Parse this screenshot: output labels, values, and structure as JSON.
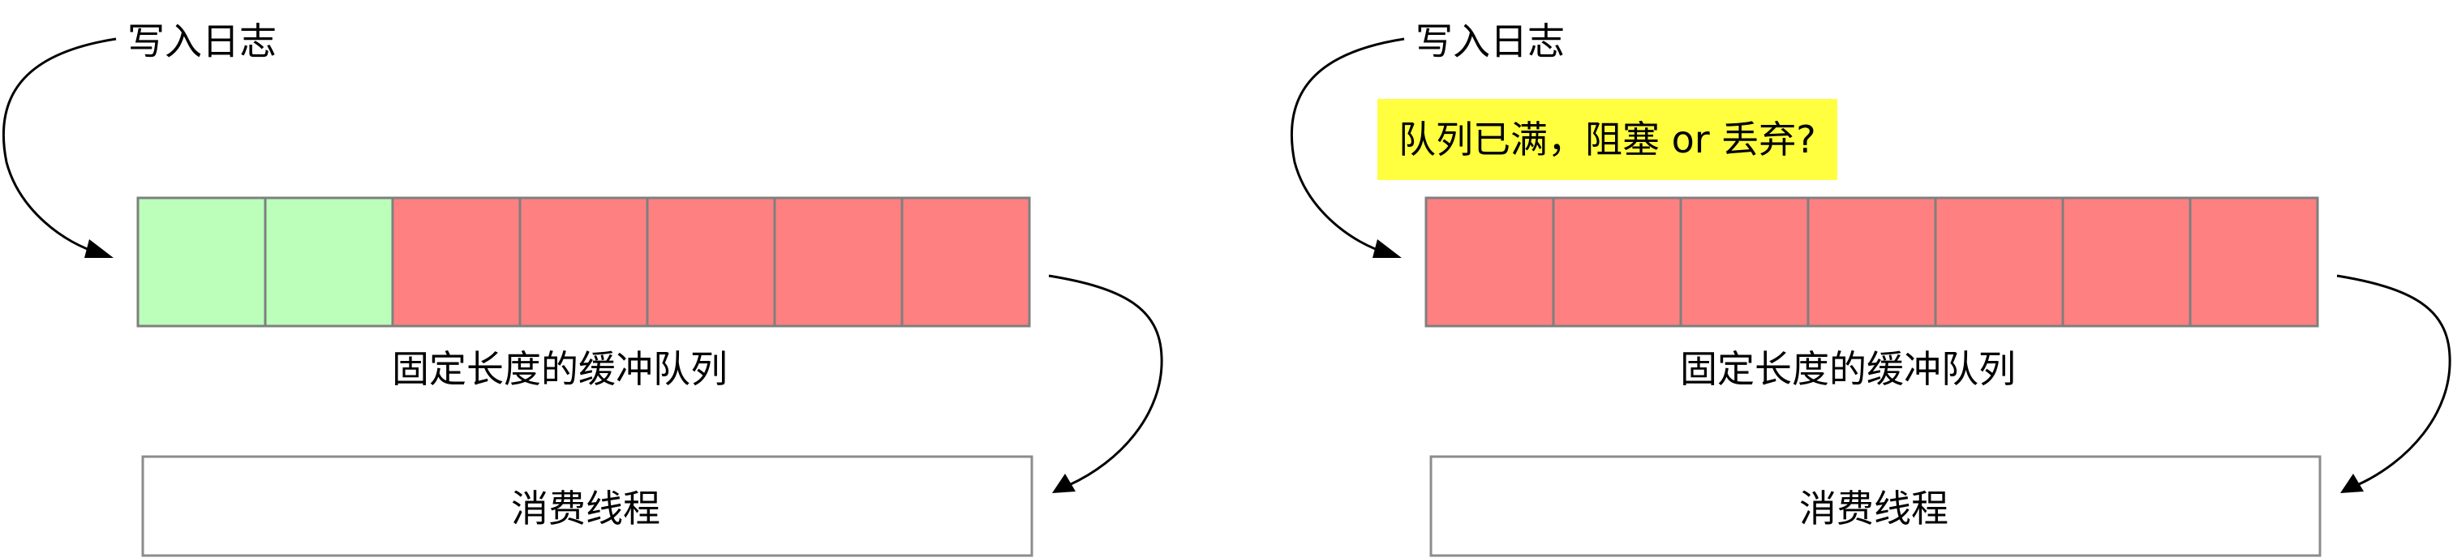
{
  "colors": {
    "free": "#bbffbb",
    "used": "#ff8080",
    "warning": "#ffff40"
  },
  "panels": [
    {
      "write_label": "写入日志",
      "queue_label": "固定长度的缓冲队列",
      "consumer_label": "消费线程",
      "slots": [
        "free",
        "free",
        "used",
        "used",
        "used",
        "used",
        "used"
      ],
      "callout": ""
    },
    {
      "write_label": "写入日志",
      "queue_label": "固定长度的缓冲队列",
      "consumer_label": "消费线程",
      "slots": [
        "used",
        "used",
        "used",
        "used",
        "used",
        "used",
        "used"
      ],
      "callout": "队列已满，阻塞 or 丢弃?"
    }
  ]
}
